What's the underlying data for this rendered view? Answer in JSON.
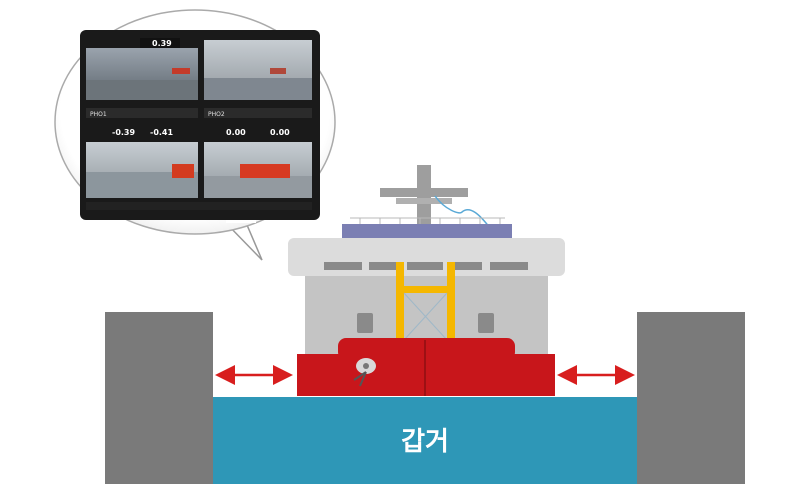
{
  "water_label": "갑거",
  "monitor": {
    "panels": [
      {
        "value": "0.39",
        "id": ""
      },
      {
        "value": "",
        "id": ""
      },
      {
        "value": "-0.39",
        "id": "PHO1"
      },
      {
        "value": "-0.41",
        "id": ""
      },
      {
        "value": "0.00",
        "id": "PHO2"
      },
      {
        "value": "0.00",
        "id": ""
      }
    ]
  },
  "colors": {
    "wall": "#7a7a7a",
    "water": "#2e97b7",
    "hull": "#c8161b",
    "superstructure": "#c4c4c4",
    "bridge": "#dcdcdc",
    "arrow": "#d81e1e",
    "frame": "#f5b700",
    "deck": "#7b7fb3"
  },
  "icons": [
    "double-arrow-icon",
    "propeller-icon",
    "camera-bubble"
  ]
}
